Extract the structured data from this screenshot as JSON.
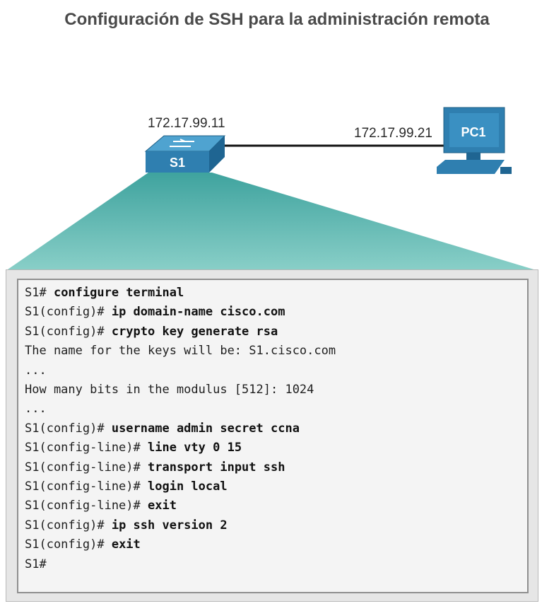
{
  "title": "Configuración de SSH para la administración remota",
  "topology": {
    "switch": {
      "label": "S1",
      "ip": "172.17.99.11"
    },
    "pc": {
      "label": "PC1",
      "ip": "172.17.99.21"
    },
    "colors": {
      "device": "#2f7fb0",
      "zoom": "#6fc1b8"
    }
  },
  "terminal": {
    "lines": [
      {
        "prompt": "S1# ",
        "command": "configure terminal"
      },
      {
        "prompt": "S1(config)# ",
        "command": "ip domain-name cisco.com"
      },
      {
        "prompt": "S1(config)# ",
        "command": "crypto key generate rsa"
      },
      {
        "prompt": "The name for the keys will be: S1.cisco.com",
        "command": ""
      },
      {
        "prompt": "...",
        "command": ""
      },
      {
        "prompt": "How many bits in the modulus [512]: 1024",
        "command": ""
      },
      {
        "prompt": "...",
        "command": ""
      },
      {
        "prompt": "S1(config)# ",
        "command": "username admin secret ccna"
      },
      {
        "prompt": "S1(config-line)# ",
        "command": "line vty 0 15"
      },
      {
        "prompt": "S1(config-line)# ",
        "command": "transport input ssh"
      },
      {
        "prompt": "S1(config-line)# ",
        "command": "login local"
      },
      {
        "prompt": "S1(config-line)# ",
        "command": "exit"
      },
      {
        "prompt": "S1(config)# ",
        "command": "ip ssh version 2"
      },
      {
        "prompt": "S1(config)# ",
        "command": "exit"
      },
      {
        "prompt": "S1#",
        "command": ""
      }
    ]
  }
}
